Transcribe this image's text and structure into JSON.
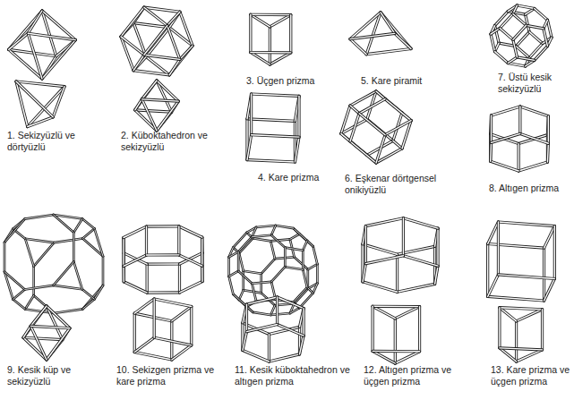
{
  "diagram": {
    "labels": [
      "1. Sekizyüzlü ve dörtyüzlü",
      "2. Küboktahedron ve sekizyüzlü",
      "3. Üçgen prizma",
      "4. Kare prizma",
      "5. Kare piramit",
      "6. Eşkenar dörtgensel onikiyüzlü",
      "7. Üstü kesik sekizyüzlü",
      "8. Altıgen prizma",
      "9. Kesik küp ve sekizyüzlü",
      "10. Sekizgen prizma ve kare prizma",
      "11. Kesik küboktahedron ve altıgen prizma",
      "12. Altıgen prizma ve üçgen prizma",
      "13. Kare prizma ve üçgen prizma"
    ]
  }
}
